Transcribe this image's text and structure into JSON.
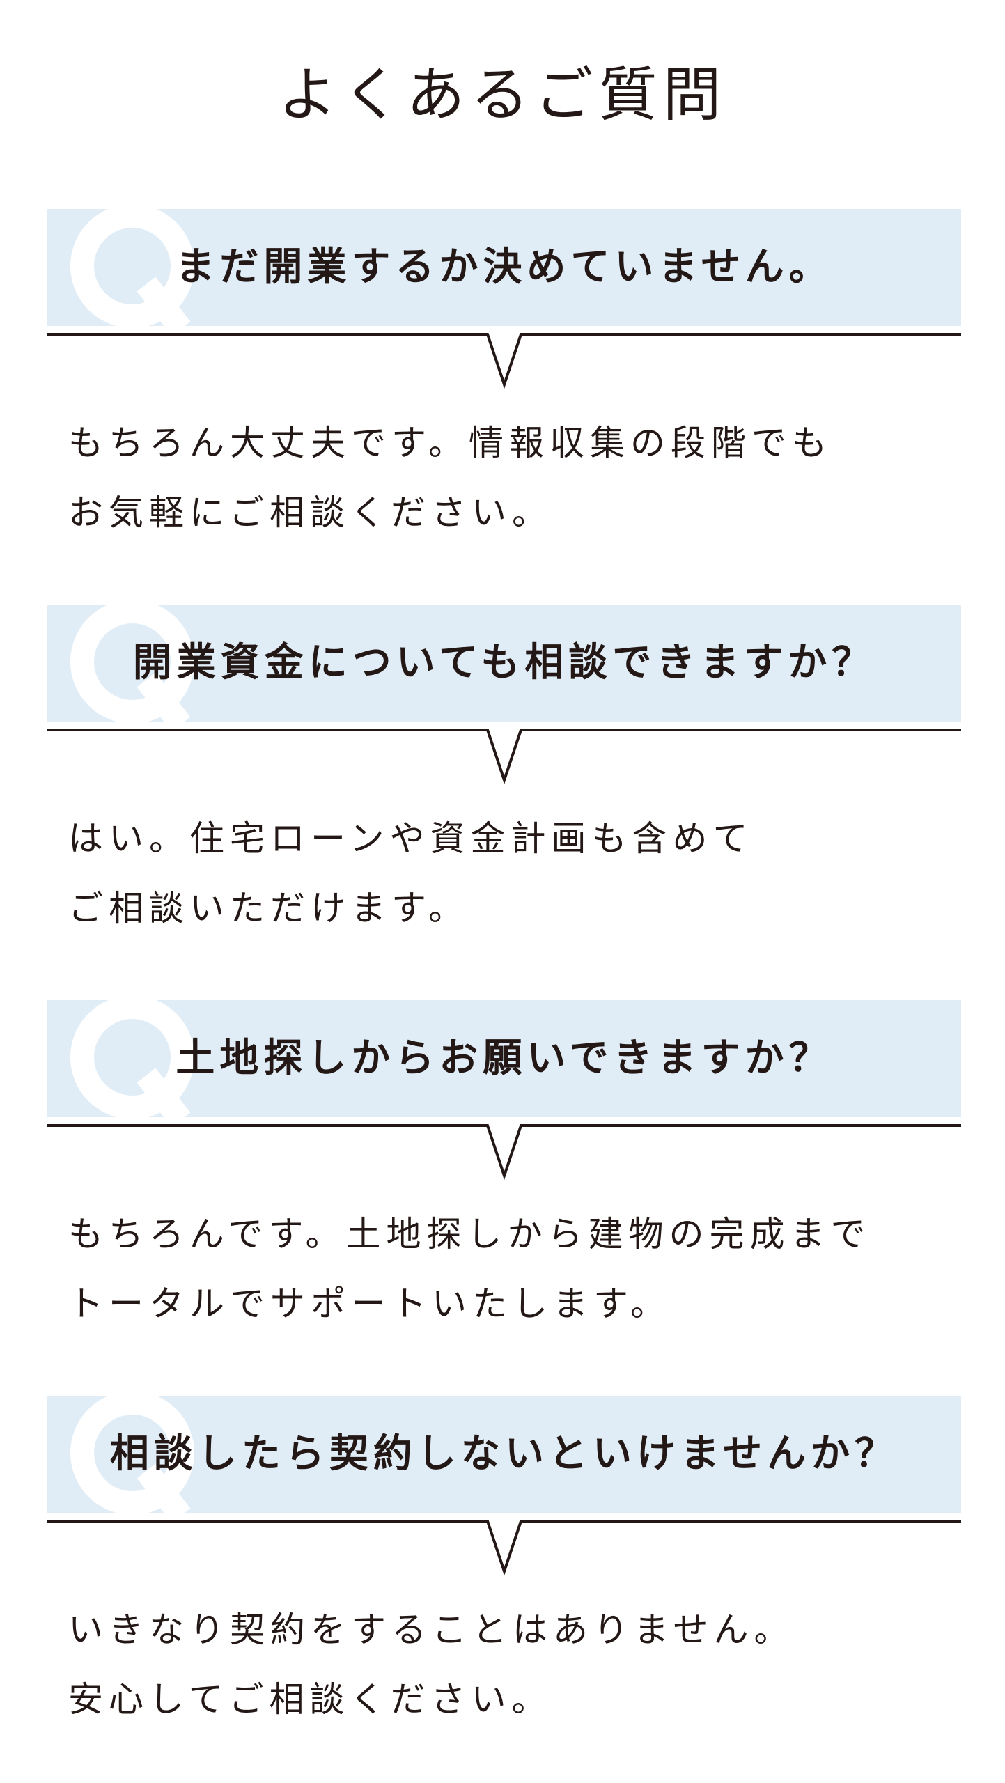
{
  "title": "よくあるご質問",
  "colors": {
    "band": "#e1edf6",
    "text": "#231815",
    "q_mark": "#ffffff",
    "line": "#231815"
  },
  "faq": [
    {
      "question": "まだ開業するか決めていません。",
      "answer_lines": [
        "もちろん大丈夫です。情報収集の段階でも",
        "お気軽にご相談ください。"
      ]
    },
    {
      "question": "開業資金についても相談できますか？",
      "answer_lines": [
        "はい。住宅ローンや資金計画も含めて",
        "ご相談いただけます。"
      ]
    },
    {
      "question": "土地探しからお願いできますか？",
      "answer_lines": [
        "もちろんです。土地探しから建物の完成まで",
        "トータルでサポートいたします。"
      ]
    },
    {
      "question": "相談したら契約しないといけませんか？",
      "answer_lines": [
        "いきなり契約をすることはありません。",
        "安心してご相談ください。"
      ]
    }
  ]
}
